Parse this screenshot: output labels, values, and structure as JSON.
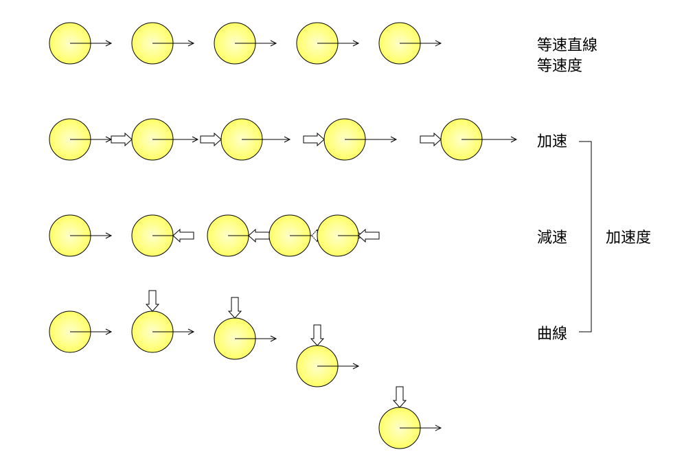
{
  "labels": {
    "uniform_line": "等速直線",
    "uniform_velocity": "等速度",
    "accelerate": "加速",
    "decelerate": "減速",
    "curve": "曲線",
    "acceleration": "加速度"
  },
  "colors": {
    "ball_fill": "#ffff66",
    "ball_stroke": "#000000",
    "arrow": "#000000"
  },
  "icons": {
    "ball": "ball-icon",
    "velocity_arrow": "velocity-arrow-icon",
    "force_arrow": "force-arrow-icon"
  }
}
